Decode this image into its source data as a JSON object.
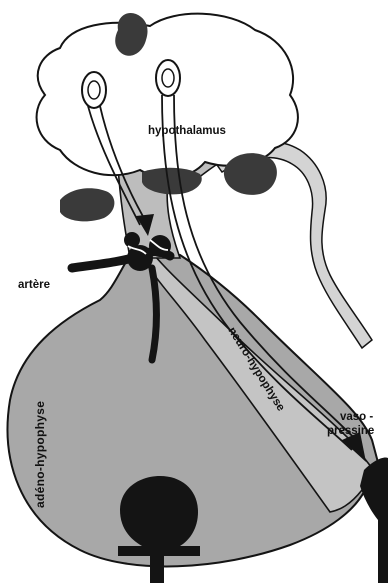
{
  "labels": {
    "hypothalamus": "hypothalamus",
    "artere": "artère",
    "adeno_hypophyse": "adéno-hypophyse",
    "neuro_hypophyse": "neuro-hypophyse",
    "vaso_line1": "vaso -",
    "vaso_line2": "pressine"
  },
  "colors": {
    "background": "#ffffff",
    "outline": "#141414",
    "hypothalamus_fill": "#ffffff",
    "adeno_fill": "#a8a8a8",
    "neuro_fill": "#c4c4c4",
    "vessel_fill": "#d4d4d4",
    "nuclei_fill": "#3a3a3a",
    "dark": "#141414"
  }
}
